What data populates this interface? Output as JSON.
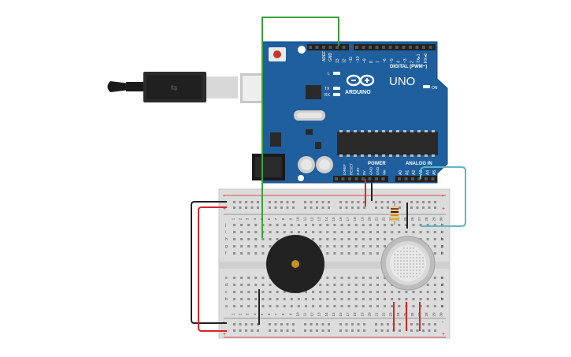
{
  "board": {
    "brand": "ARDUINO",
    "model": "UNO",
    "digital_header": "DIGITAL (PWM~)",
    "analog_header": "ANALOG IN",
    "power_header": "POWER",
    "on_label": "ON",
    "led_l": "L",
    "led_tx": "TX",
    "led_rx": "RX",
    "pin_aref": "AREF",
    "pin_gnd": "GND",
    "digital_pins": [
      "13",
      "12",
      "~11",
      "~10",
      "~9",
      "8",
      "7",
      "~6",
      "~5",
      "4",
      "~3",
      "2",
      "TX▸1",
      "RX◂0"
    ],
    "power_pins": [
      "IOREF",
      "RESET",
      "3.3V",
      "5V",
      "GND",
      "GND",
      "Vin"
    ],
    "analog_pins": [
      "A0",
      "A1",
      "A2",
      "A3",
      "A4",
      "A5"
    ]
  },
  "breadboard": {
    "column_numbers": [
      "1",
      "2",
      "3",
      "4",
      "5",
      "6",
      "7",
      "8",
      "9",
      "10",
      "11",
      "12",
      "13",
      "14",
      "15",
      "16",
      "17",
      "18",
      "19",
      "20",
      "21",
      "22",
      "23",
      "24",
      "25",
      "26",
      "27",
      "28",
      "29",
      "30"
    ],
    "rows_top": [
      "j",
      "i",
      "h",
      "g",
      "f"
    ],
    "rows_bottom": [
      "e",
      "d",
      "c",
      "b",
      "a"
    ],
    "rail_plus": "+",
    "rail_minus": "-"
  },
  "colors": {
    "board": "#1f5f9e",
    "wire_green": "#3aa13a",
    "wire_red": "#d6262b",
    "wire_black": "#222222",
    "wire_teal": "#5fb8c2",
    "breadboard": "#dcdcdc"
  }
}
